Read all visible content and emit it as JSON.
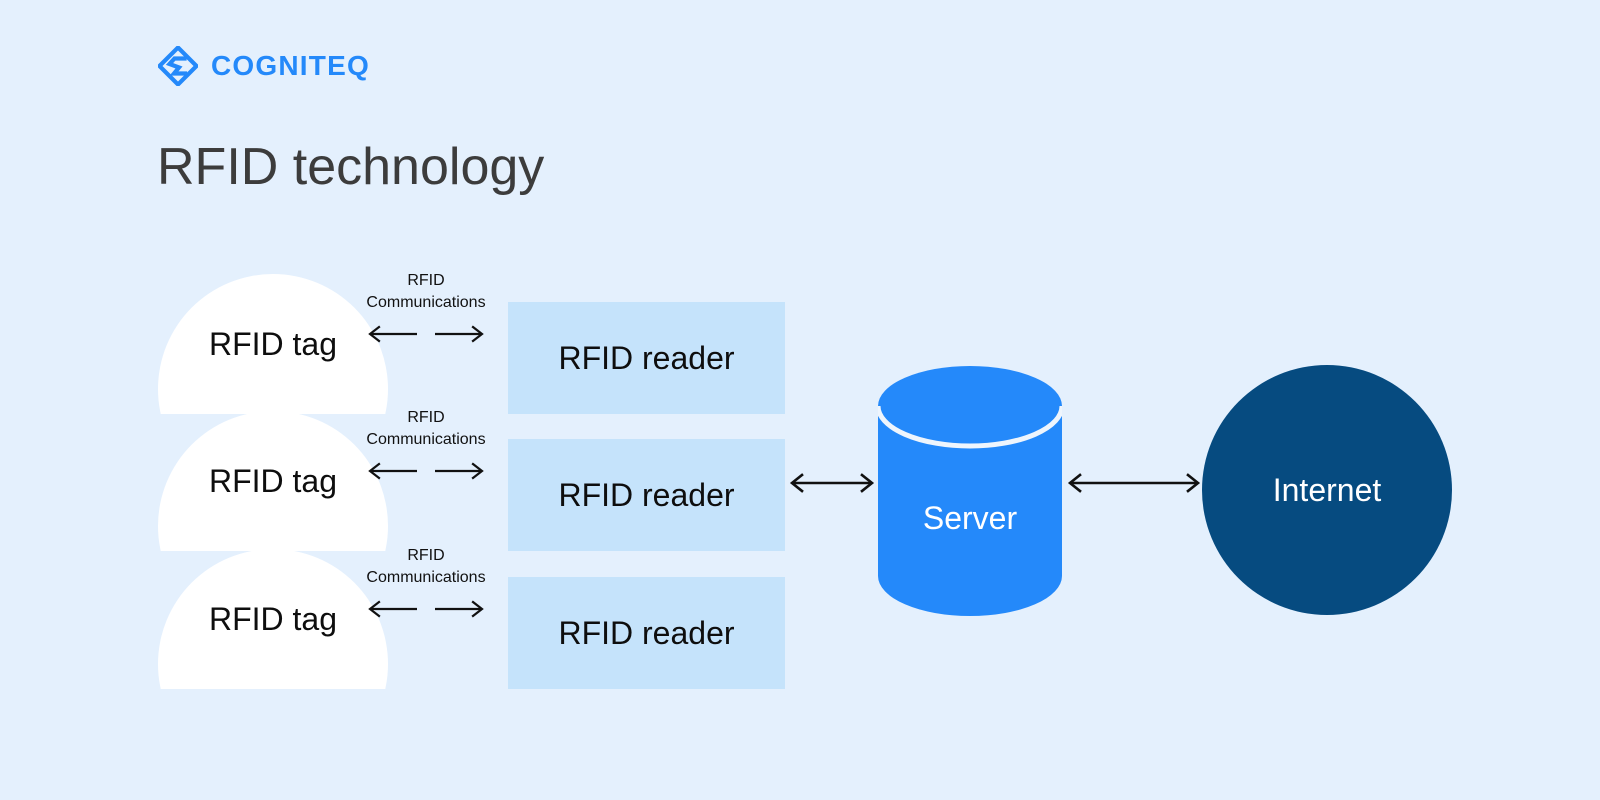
{
  "brand": {
    "name": "COGNITEQ",
    "logo_icon": "cogniteq-diamond-logo",
    "color": "#2489fa"
  },
  "page": {
    "title": "RFID technology",
    "background_color": "#e4f0fd",
    "title_color": "#3c3c3c"
  },
  "diagram": {
    "type": "flow-diagram",
    "rows": [
      {
        "tag_label": "RFID tag",
        "comm_label": "RFID\nCommunications",
        "comm_label_line1": "RFID",
        "comm_label_line2": "Communications",
        "reader_label": "RFID reader"
      },
      {
        "tag_label": "RFID tag",
        "comm_label": "RFID\nCommunications",
        "comm_label_line1": "RFID",
        "comm_label_line2": "Communications",
        "reader_label": "RFID reader"
      },
      {
        "tag_label": "RFID tag",
        "comm_label": "RFID\nCommunications",
        "comm_label_line1": "RFID",
        "comm_label_line2": "Communications",
        "reader_label": "RFID reader"
      }
    ],
    "server": {
      "label": "Server",
      "color": "#2489fa",
      "text_color": "#ffffff"
    },
    "internet": {
      "label": "Internet",
      "color": "#064b80",
      "text_color": "#ffffff"
    },
    "connectors": [
      {
        "name": "reader-to-server",
        "style": "double-headed-arrow"
      },
      {
        "name": "server-to-internet",
        "style": "double-headed-arrow"
      }
    ],
    "colors": {
      "tag_fill": "#ffffff",
      "reader_fill": "#c5e3fb",
      "arrow": "#111111"
    }
  }
}
